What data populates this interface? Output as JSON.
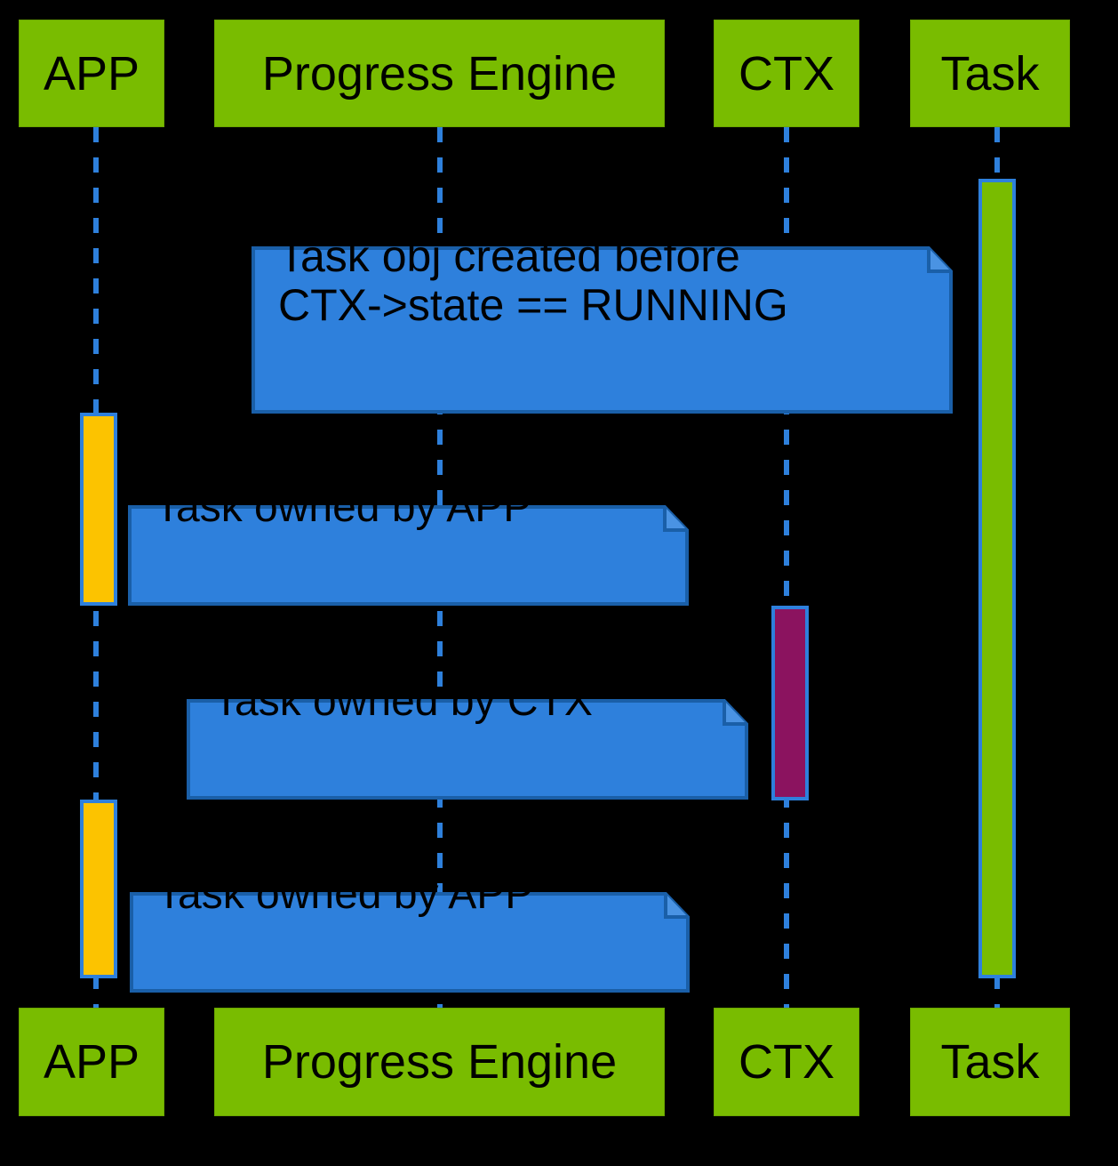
{
  "diagram": {
    "type": "uml-sequence-diagram",
    "background_color": "#000000",
    "colors": {
      "participant_fill": "#79bc00",
      "note_fill": "#2e80dc",
      "note_border": "#1a5fa8",
      "lifeline": "#2e80dc",
      "activation_app": "#fcc300",
      "activation_ctx": "#8b135f",
      "activation_task": "#79bc00",
      "activation_border": "#2e80dc",
      "text": "#000000"
    }
  },
  "participants": [
    {
      "id": "app",
      "label": "APP"
    },
    {
      "id": "progress_engine",
      "label": "Progress Engine"
    },
    {
      "id": "ctx",
      "label": "CTX"
    },
    {
      "id": "task",
      "label": "Task"
    }
  ],
  "participants_footer": [
    {
      "id": "app",
      "label": "APP"
    },
    {
      "id": "progress_engine",
      "label": "Progress Engine"
    },
    {
      "id": "ctx",
      "label": "CTX"
    },
    {
      "id": "task",
      "label": "Task"
    }
  ],
  "notes": [
    {
      "id": "note-1",
      "text": "Task obj created before\nCTX->state == RUNNING"
    },
    {
      "id": "note-2",
      "text": "Task owned by APP"
    },
    {
      "id": "note-3",
      "text": "Task owned by CTX"
    },
    {
      "id": "note-4",
      "text": "Task owned by APP"
    }
  ],
  "activations": [
    {
      "id": "activation-task",
      "owner": "Task",
      "color_name": "green"
    },
    {
      "id": "activation-app-1",
      "owner": "APP",
      "color_name": "yellow"
    },
    {
      "id": "activation-ctx",
      "owner": "CTX",
      "color_name": "purple"
    },
    {
      "id": "activation-app-2",
      "owner": "APP",
      "color_name": "yellow"
    }
  ]
}
